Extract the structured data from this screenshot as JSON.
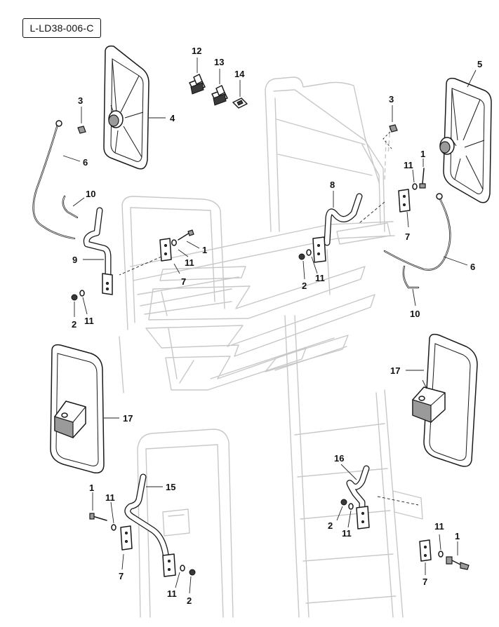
{
  "document_code": "L-LD38-006-C",
  "callouts": {
    "c1a": "1",
    "c1b": "1",
    "c1c": "1",
    "c1d": "1",
    "c2a": "2",
    "c2b": "2",
    "c2c": "2",
    "c2d": "2",
    "c3a": "3",
    "c3b": "3",
    "c4": "4",
    "c5": "5",
    "c6a": "6",
    "c6b": "6",
    "c7a": "7",
    "c7b": "7",
    "c7c": "7",
    "c7d": "7",
    "c8": "8",
    "c9": "9",
    "c10a": "10",
    "c10b": "10",
    "c11a": "11",
    "c11b": "11",
    "c11c": "11",
    "c11d": "11",
    "c11e": "11",
    "c11f": "11",
    "c11g": "11",
    "c11h": "11",
    "c12": "12",
    "c13": "13",
    "c14": "14",
    "c15": "15",
    "c16": "16",
    "c17a": "17",
    "c17b": "17"
  },
  "colors": {
    "line": "#1a1a1a",
    "ghost": "#c8c8c8",
    "background": "#ffffff"
  }
}
